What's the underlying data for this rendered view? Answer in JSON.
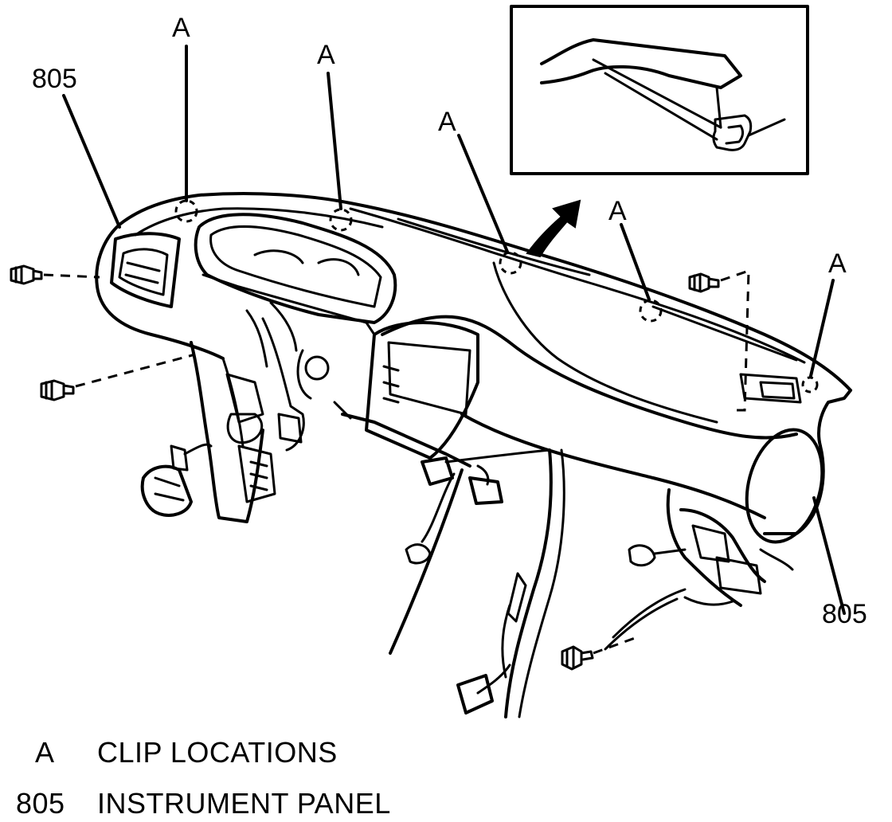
{
  "callouts": {
    "clip": "A",
    "panel": "805"
  },
  "legend": [
    {
      "key": "A",
      "text": "CLIP LOCATIONS"
    },
    {
      "key": "805",
      "text": "INSTRUMENT PANEL"
    }
  ]
}
